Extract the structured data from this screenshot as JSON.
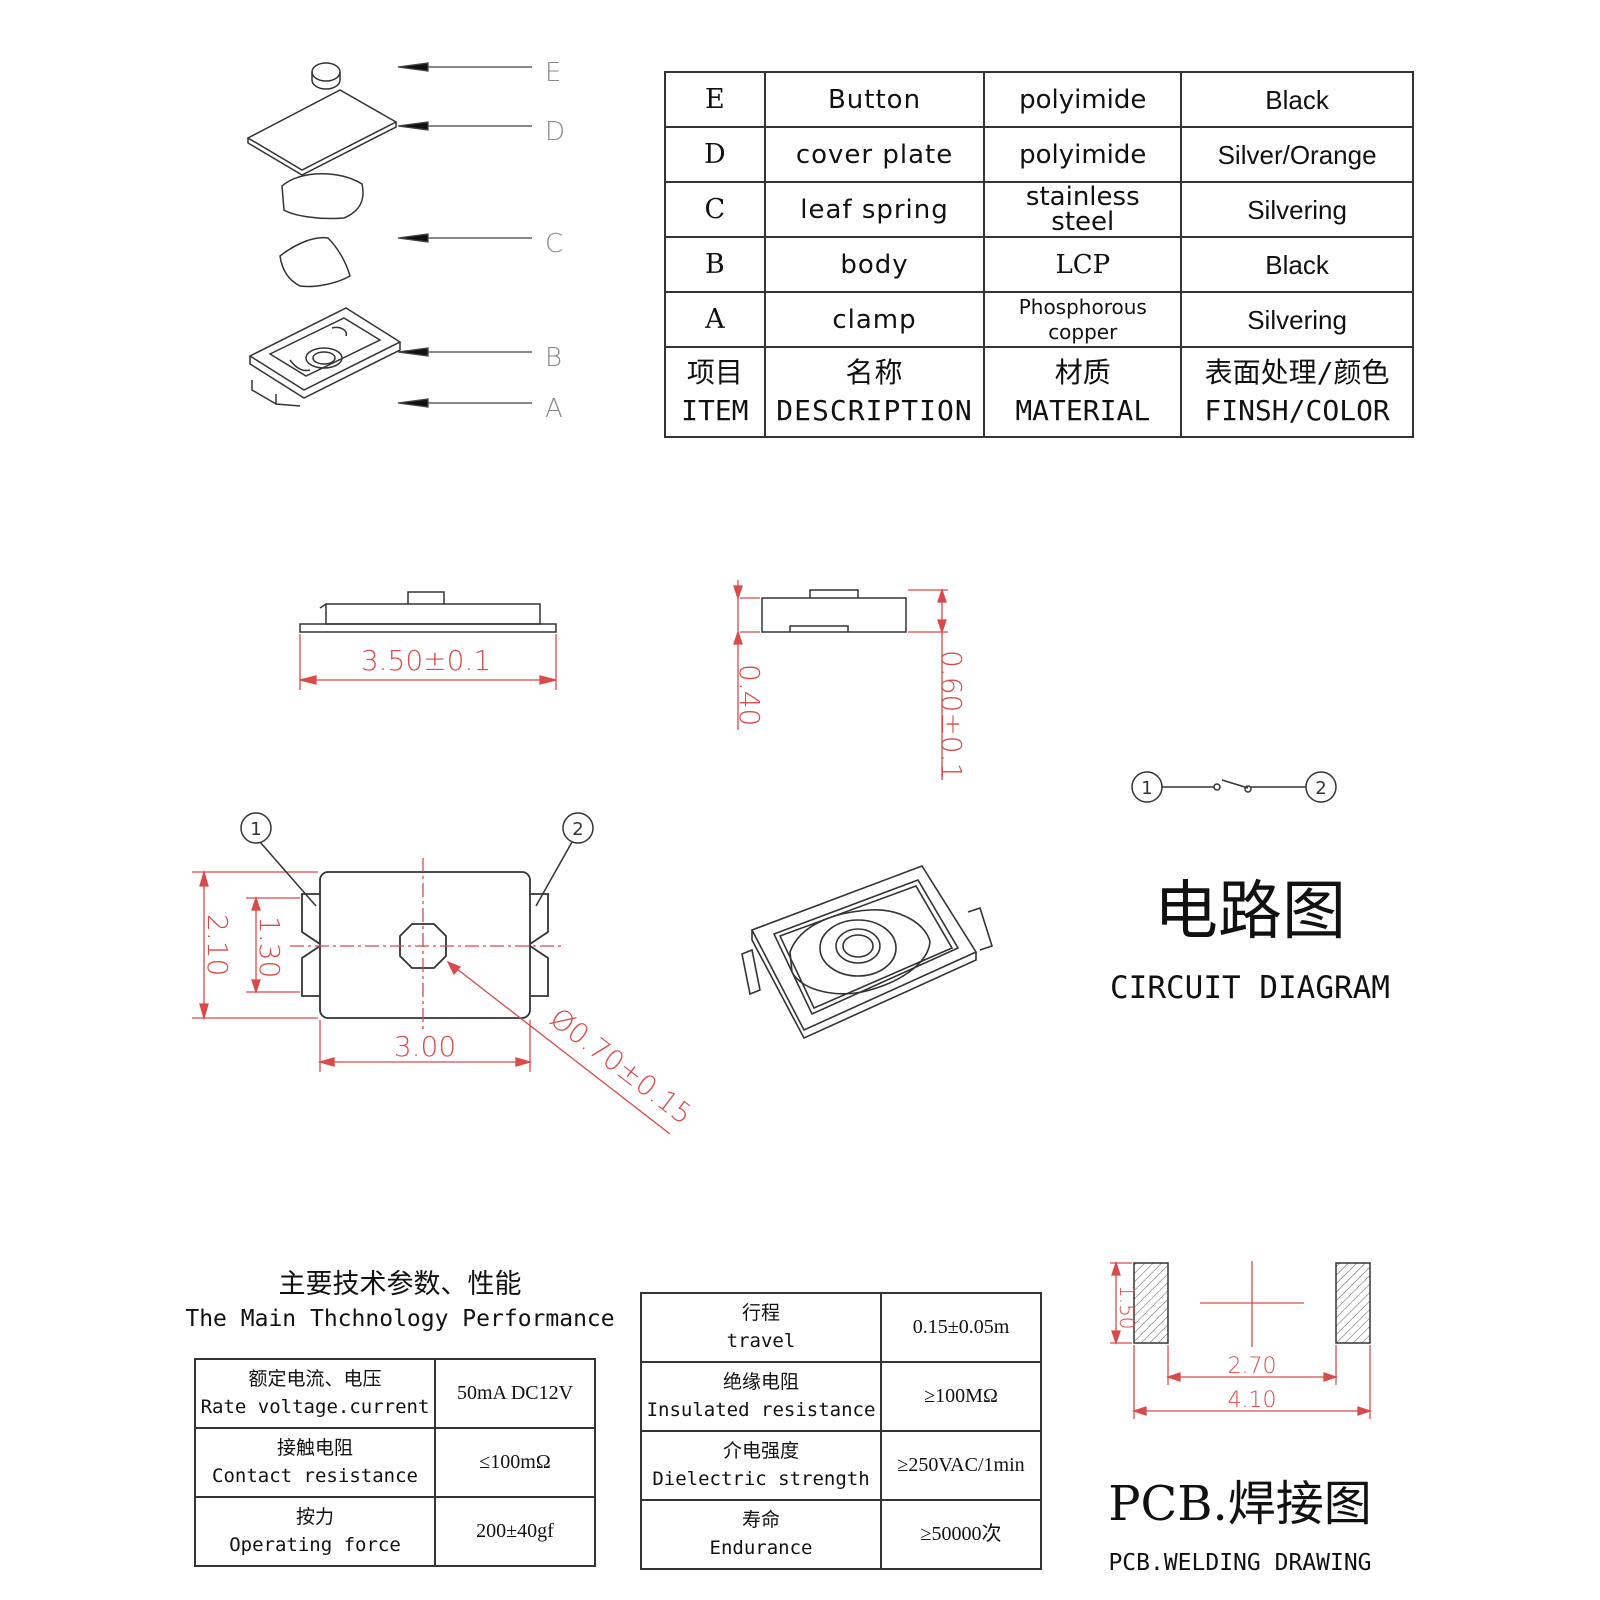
{
  "exploded_labels": [
    "E",
    "D",
    "C",
    "B",
    "A"
  ],
  "bom": {
    "rows": [
      {
        "item": "E",
        "description": "Button",
        "material": "polyimide",
        "finish": "Black"
      },
      {
        "item": "D",
        "description": "cover plate",
        "material": "polyimide",
        "finish": "Silver/Orange"
      },
      {
        "item": "C",
        "description": "leaf spring",
        "material": "stainless steel",
        "finish": "Silvering"
      },
      {
        "item": "B",
        "description": "body",
        "material": "LCP",
        "finish": "Black"
      },
      {
        "item": "A",
        "description": "clamp",
        "material": "Phosphorous copper",
        "finish": "Silvering"
      }
    ],
    "header": {
      "item_cn": "项目",
      "item_en": "ITEM",
      "desc_cn": "名称",
      "desc_en": "DESCRIPTION",
      "mat_cn": "材质",
      "mat_en": "MATERIAL",
      "fin_cn": "表面处理/颜色",
      "fin_en": "FINSH/COLOR"
    }
  },
  "dimensions": {
    "length": "3.50±0.1",
    "thickness_body": "0.40",
    "thickness_total": "0.60±0.1",
    "height": "2.10",
    "inner_height": "1.30",
    "width": "3.00",
    "actuator_dia": "Ø0.70±0.15",
    "terminal_1": "1",
    "terminal_2": "2"
  },
  "circuit": {
    "title_cn": "电路图",
    "title_en": "CIRCUIT DIAGRAM",
    "node_1": "1",
    "node_2": "2"
  },
  "performance": {
    "title_cn": "主要技术参数、性能",
    "title_en": "The Main Thchnology Performance",
    "left_rows": [
      {
        "cn": "额定电流、电压",
        "en": "Rate voltage.current",
        "value": "50mA DC12V"
      },
      {
        "cn": "接触电阻",
        "en": "Contact resistance",
        "value": "≤100mΩ"
      },
      {
        "cn": "按力",
        "en": "Operating force",
        "value": "200±40gf"
      }
    ],
    "right_rows": [
      {
        "cn": "行程",
        "en": "travel",
        "value": "0.15±0.05m"
      },
      {
        "cn": "绝缘电阻",
        "en": "Insulated resistance",
        "value": "≥100MΩ"
      },
      {
        "cn": "介电强度",
        "en": "Dielectric strength",
        "value": "≥250VAC/1min"
      },
      {
        "cn": "寿命",
        "en": "Endurance",
        "value": "≥50000次"
      }
    ]
  },
  "pcb": {
    "pad_height": "1.50",
    "inner_span": "2.70",
    "outer_span": "4.10",
    "title_cn": "PCB.焊接图",
    "title_en": "PCB.WELDING DRAWING"
  },
  "colors": {
    "dimension": "#d94a4a",
    "line": "#333333"
  }
}
